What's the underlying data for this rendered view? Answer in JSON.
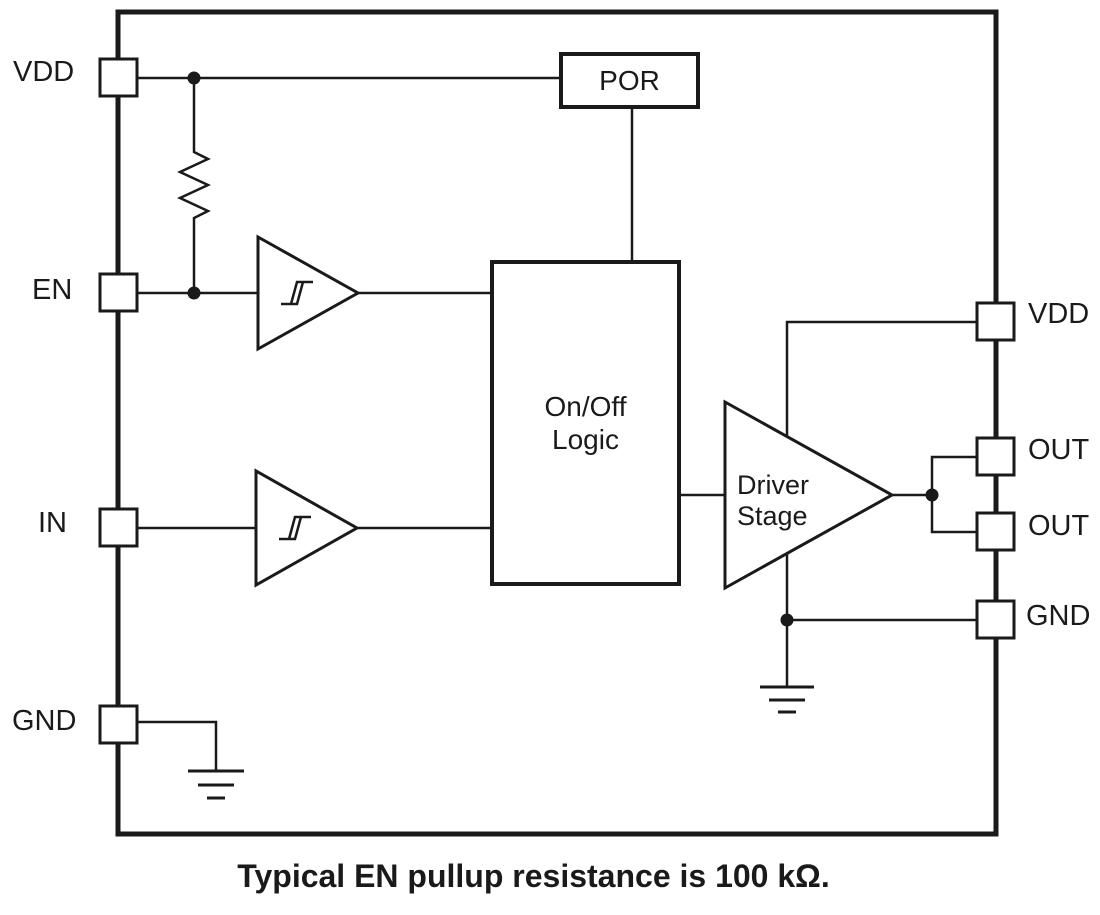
{
  "caption": "Typical EN pullup resistance is 100 kΩ.",
  "colors": {
    "ink": "#1a1a1a",
    "background": "#ffffff"
  },
  "pins": {
    "left": [
      {
        "name": "VDD"
      },
      {
        "name": "EN"
      },
      {
        "name": "IN"
      },
      {
        "name": "GND"
      }
    ],
    "right": [
      {
        "name": "VDD"
      },
      {
        "name": "OUT"
      },
      {
        "name": "OUT"
      },
      {
        "name": "GND"
      }
    ]
  },
  "blocks": {
    "por": {
      "label": "POR"
    },
    "on_off_logic": {
      "line1": "On/Off",
      "line2": "Logic"
    },
    "driver_stage": {
      "line1": "Driver",
      "line2": "Stage"
    }
  },
  "icons": {
    "resistor": "resistor-zigzag",
    "ground": "earth-ground",
    "buffer": "schmitt-trigger-hysteresis",
    "junction": "connection-dot"
  }
}
